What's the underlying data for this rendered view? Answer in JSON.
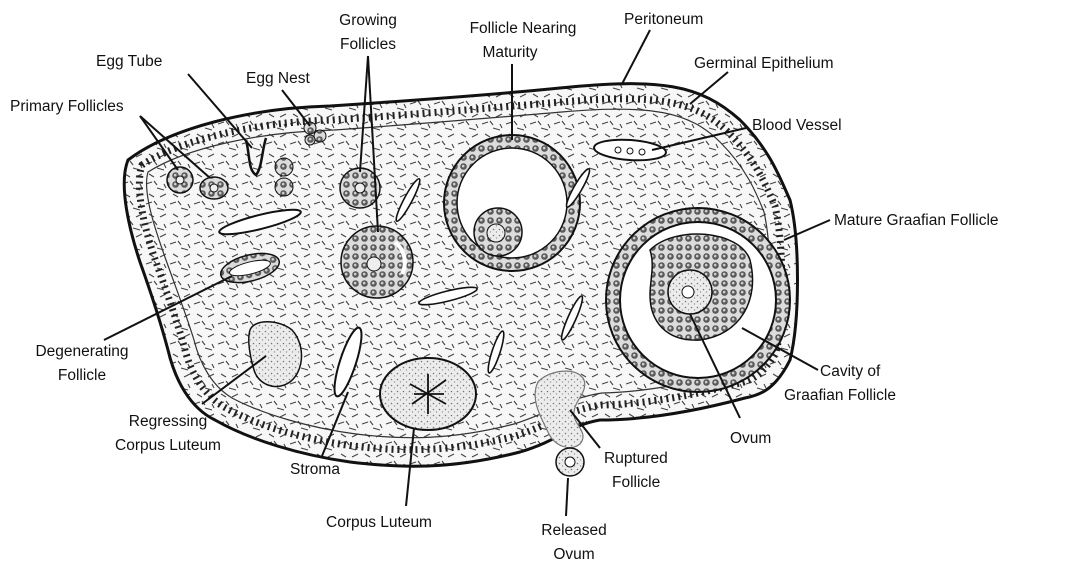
{
  "labels": {
    "primary_follicles": "Primary Follicles",
    "egg_tube": "Egg Tube",
    "egg_nest": "Egg Nest",
    "growing_follicles": [
      "Growing",
      "Follicles"
    ],
    "follicle_nearing_maturity": [
      "Follicle Nearing",
      "Maturity"
    ],
    "peritoneum": "Peritoneum",
    "germinal_epithelium": "Germinal Epithelium",
    "blood_vessel": "Blood Vessel",
    "mature_graafian_follicle": "Mature Graafian Follicle",
    "degenerating_follicle": [
      "Degenerating",
      "Follicle"
    ],
    "regressing_corpus_luteum": [
      "Regressing",
      "Corpus Luteum"
    ],
    "stroma": "Stroma",
    "corpus_luteum": "Corpus Luteum",
    "released_ovum": [
      "Released",
      "Ovum"
    ],
    "ruptured_follicle": [
      "Ruptured",
      "Follicle"
    ],
    "ovum": "Ovum",
    "cavity_of_graafian_follicle": [
      "Cavity of",
      "Graafian Follicle"
    ]
  },
  "colors": {
    "ink": "#111111",
    "stroma_fill": "#f7f7f7",
    "cell": "#3a3a3a"
  }
}
